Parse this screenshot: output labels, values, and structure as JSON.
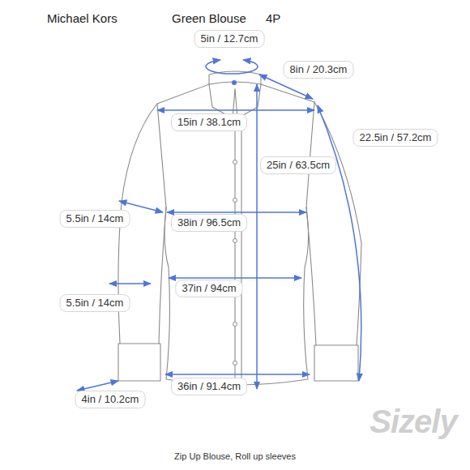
{
  "diagram": {
    "title": "Michael Kors",
    "caption": "Zip Up Blouse, Roll up sleeves",
    "labels": [
      "Green Blouse",
      "4P",
      "5in / 12.7cm",
      "8in / 20.3cm",
      "15in / 38.1cm",
      "22.5in / 57.2cm",
      "25in / 63.5cm",
      "5.5in / 14cm",
      "38in / 96.5cm",
      "5.5in / 14cm",
      "37in / 94cm",
      "4in / 10.2cm",
      "36in / 91.4cm",
      "Sizely"
    ]
  }
}
